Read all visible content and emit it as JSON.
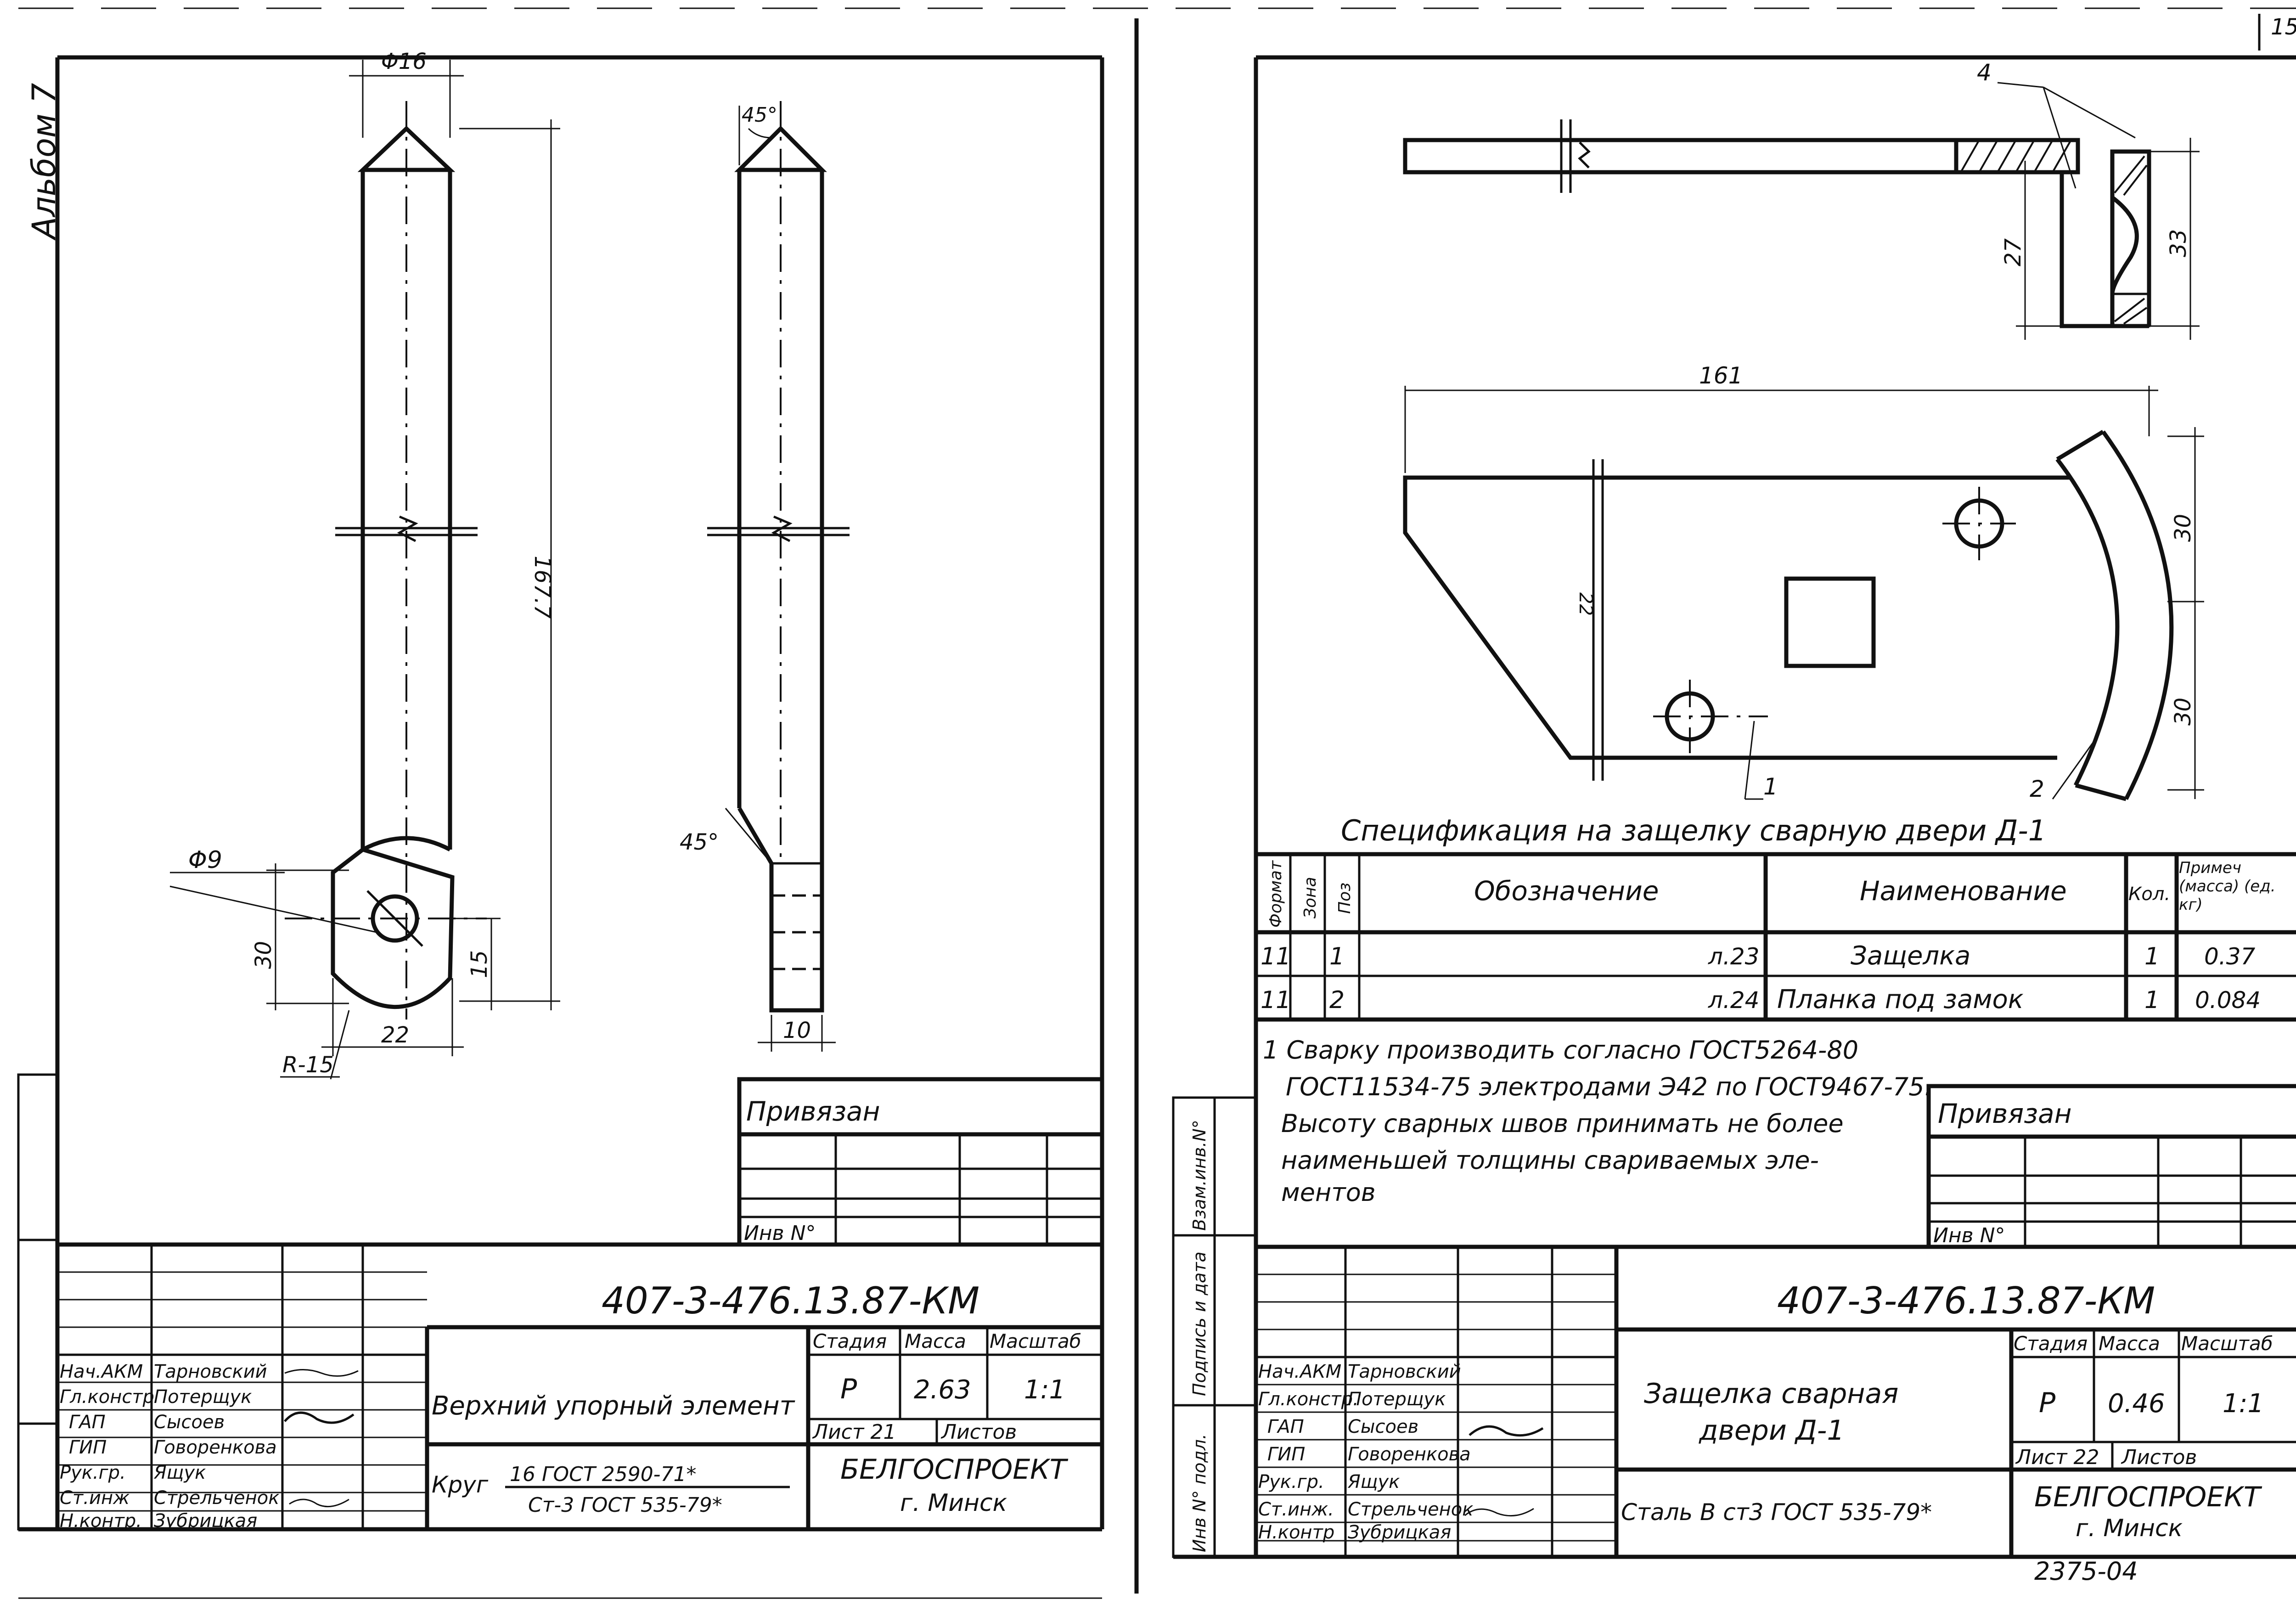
{
  "page_number": "15",
  "album_label": "Альбом 7",
  "left_sheet": {
    "dims": {
      "d_top": "Φ16",
      "length": "167.7",
      "d_hole": "Φ9",
      "h30": "30",
      "h15": "15",
      "w22": "22",
      "radius": "R-15",
      "angle_top": "45°",
      "angle_bottom": "45°",
      "w10": "10"
    },
    "privyazan": "Привязан",
    "inv_no": "Инв N°",
    "doc_code": "407-3-476.13.87-КМ",
    "title": "Верхний упорный элемент",
    "header": {
      "stage": "Стадия",
      "mass": "Масса",
      "scale": "Масштаб"
    },
    "stage_val": "Р",
    "mass_val": "2.63",
    "scale_val": "1:1",
    "sheet": "Лист 21",
    "sheets": "Листов",
    "material_1": "Круг",
    "material_frac_top": "16 ГОСТ 2590-71*",
    "material_frac_bottom": "Ст-3 ГОСТ 535-79*",
    "org": "БЕЛГОСПРОЕКТ",
    "city": "г. Минск",
    "staff": [
      {
        "role": "Нач.АКМ",
        "name": "Тарновский"
      },
      {
        "role": "Гл.констр",
        "name": "Потерщук"
      },
      {
        "role": "ГАП",
        "name": "Сысоев"
      },
      {
        "role": "ГИП",
        "name": "Говоренкова"
      },
      {
        "role": "Рук.гр.",
        "name": "Ящук"
      },
      {
        "role": "Ст.инж",
        "name": "Стрельченок"
      },
      {
        "role": "Н.контр.",
        "name": "Зубрицкая"
      }
    ]
  },
  "right_sheet": {
    "dims": {
      "callout_4": "4",
      "h27": "27",
      "h33": "33",
      "len161": "161",
      "v30a": "30",
      "v30b": "30",
      "v22": "22",
      "pos1": "1",
      "pos2": "2"
    },
    "spec_title": "Спецификация на защелку сварную двери Д-1",
    "spec_headers": [
      "Формат",
      "Зона",
      "Поз",
      "Обозначение",
      "Наименование",
      "Кол.",
      "Примеч (масса) (ед. кг)"
    ],
    "spec_rows": [
      [
        "11",
        "",
        "1",
        "л.23",
        "Защелка",
        "1",
        "0.37"
      ],
      [
        "11",
        "",
        "2",
        "л.24",
        "Планка под замок",
        "1",
        "0.084"
      ]
    ],
    "notes": [
      "1 Сварку производить согласно ГОСТ5264-80",
      "ГОСТ11534-75 электродами Э42 по ГОСТ9467-75.",
      "Высоту сварных швов принимать не более",
      "наименьшей толщины свариваемых эле-",
      "ментов"
    ],
    "side_labels": [
      "Взам.инв.N°",
      "Подпись и дата",
      "Инв N° подл."
    ],
    "privyazan": "Привязан",
    "inv_no": "Инв N°",
    "doc_code": "407-3-476.13.87-КМ",
    "title_1": "Защелка сварная",
    "title_2": "двери Д-1",
    "header": {
      "stage": "Стадия",
      "mass": "Масса",
      "scale": "Масштаб"
    },
    "stage_val": "Р",
    "mass_val": "0.46",
    "scale_val": "1:1",
    "sheet": "Лист 22",
    "sheets": "Листов",
    "material": "Сталь В ст3 ГОСТ 535-79*",
    "org": "БЕЛГОСПРОЕКТ",
    "city": "г. Минск",
    "staff": [
      {
        "role": "Нач.АКМ",
        "name": "Тарновский"
      },
      {
        "role": "Гл.констр.",
        "name": "Потерщук"
      },
      {
        "role": "ГАП",
        "name": "Сысоев"
      },
      {
        "role": "ГИП",
        "name": "Говоренкова"
      },
      {
        "role": "Рук.гр.",
        "name": "Ящук"
      },
      {
        "role": "Ст.инж.",
        "name": "Стрельченок"
      },
      {
        "role": "Н.контр",
        "name": "Зубрицкая"
      }
    ],
    "stamp_number": "2375-04"
  }
}
